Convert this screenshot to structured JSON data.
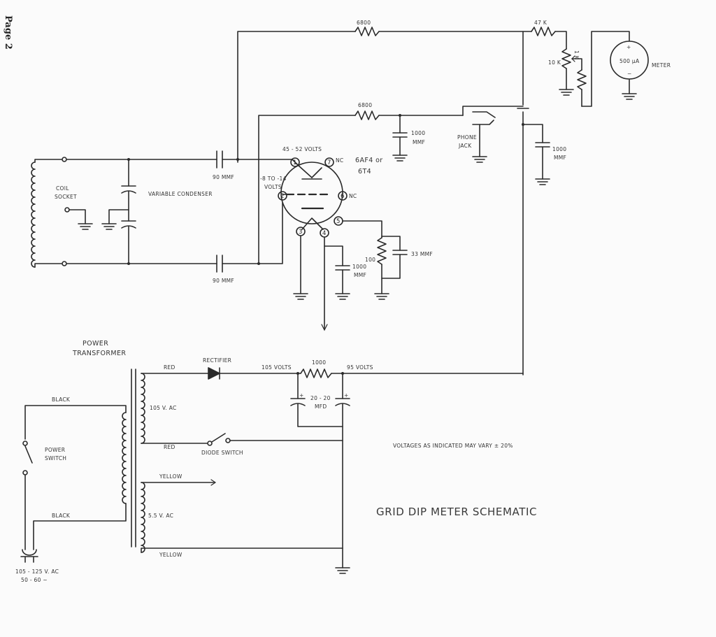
{
  "page": {
    "number": "Page 2"
  },
  "title": "GRID DIP METER SCHEMATIC",
  "note": "VOLTAGES AS INDICATED MAY VARY ± 20%",
  "labels": {
    "r_top": "6800",
    "r_47k": "47 K",
    "r_10k": "10 K",
    "r_1k": "1 K",
    "meter": "500 µA",
    "meter_label": "METER",
    "r_mid": "6800",
    "c_1000_a": "1000",
    "mmf_a": "MMF",
    "phone": "PHONE",
    "jack": "JACK",
    "c_1000_b": "1000",
    "mmf_b": "MMF",
    "coil": "COIL",
    "socket": "SOCKET",
    "var_cond": "VARIABLE CONDENSER",
    "c90_top": "90 MMF",
    "c90_bot": "90 MMF",
    "v_plate": "45 - 52 VOLTS",
    "v_grid_1": "-8 TO -14",
    "v_grid_2": "VOLTS",
    "tube_1": "6AF4 or",
    "tube_2": "6T4",
    "nc_7": "NC",
    "nc_6": "NC",
    "c_1000_c": "1000",
    "mmf_c": "MMF",
    "r_100": "100",
    "c_33": "33 MMF",
    "pwr_1": "POWER",
    "pwr_2": "TRANSFORMER",
    "red_1": "RED",
    "red_2": "RED",
    "rectifier": "RECTIFIER",
    "v105": "105 VOLTS",
    "r_1000": "1000",
    "v95": "95 VOLTS",
    "c_20_20": "20 - 20",
    "mfd": "MFD",
    "black_1": "BLACK",
    "black_2": "BLACK",
    "pswitch_1": "POWER",
    "pswitch_2": "SWITCH",
    "v105ac": "105 V. AC",
    "diode_switch": "DIODE SWITCH",
    "yellow_1": "YELLOW",
    "yellow_2": "YELLOW",
    "v55ac": "5.5 V. AC",
    "mains_1": "105 - 125 V. AC",
    "mains_2": "50 - 60 ~",
    "pins": [
      "1",
      "2",
      "3",
      "4",
      "5",
      "6",
      "7"
    ]
  }
}
